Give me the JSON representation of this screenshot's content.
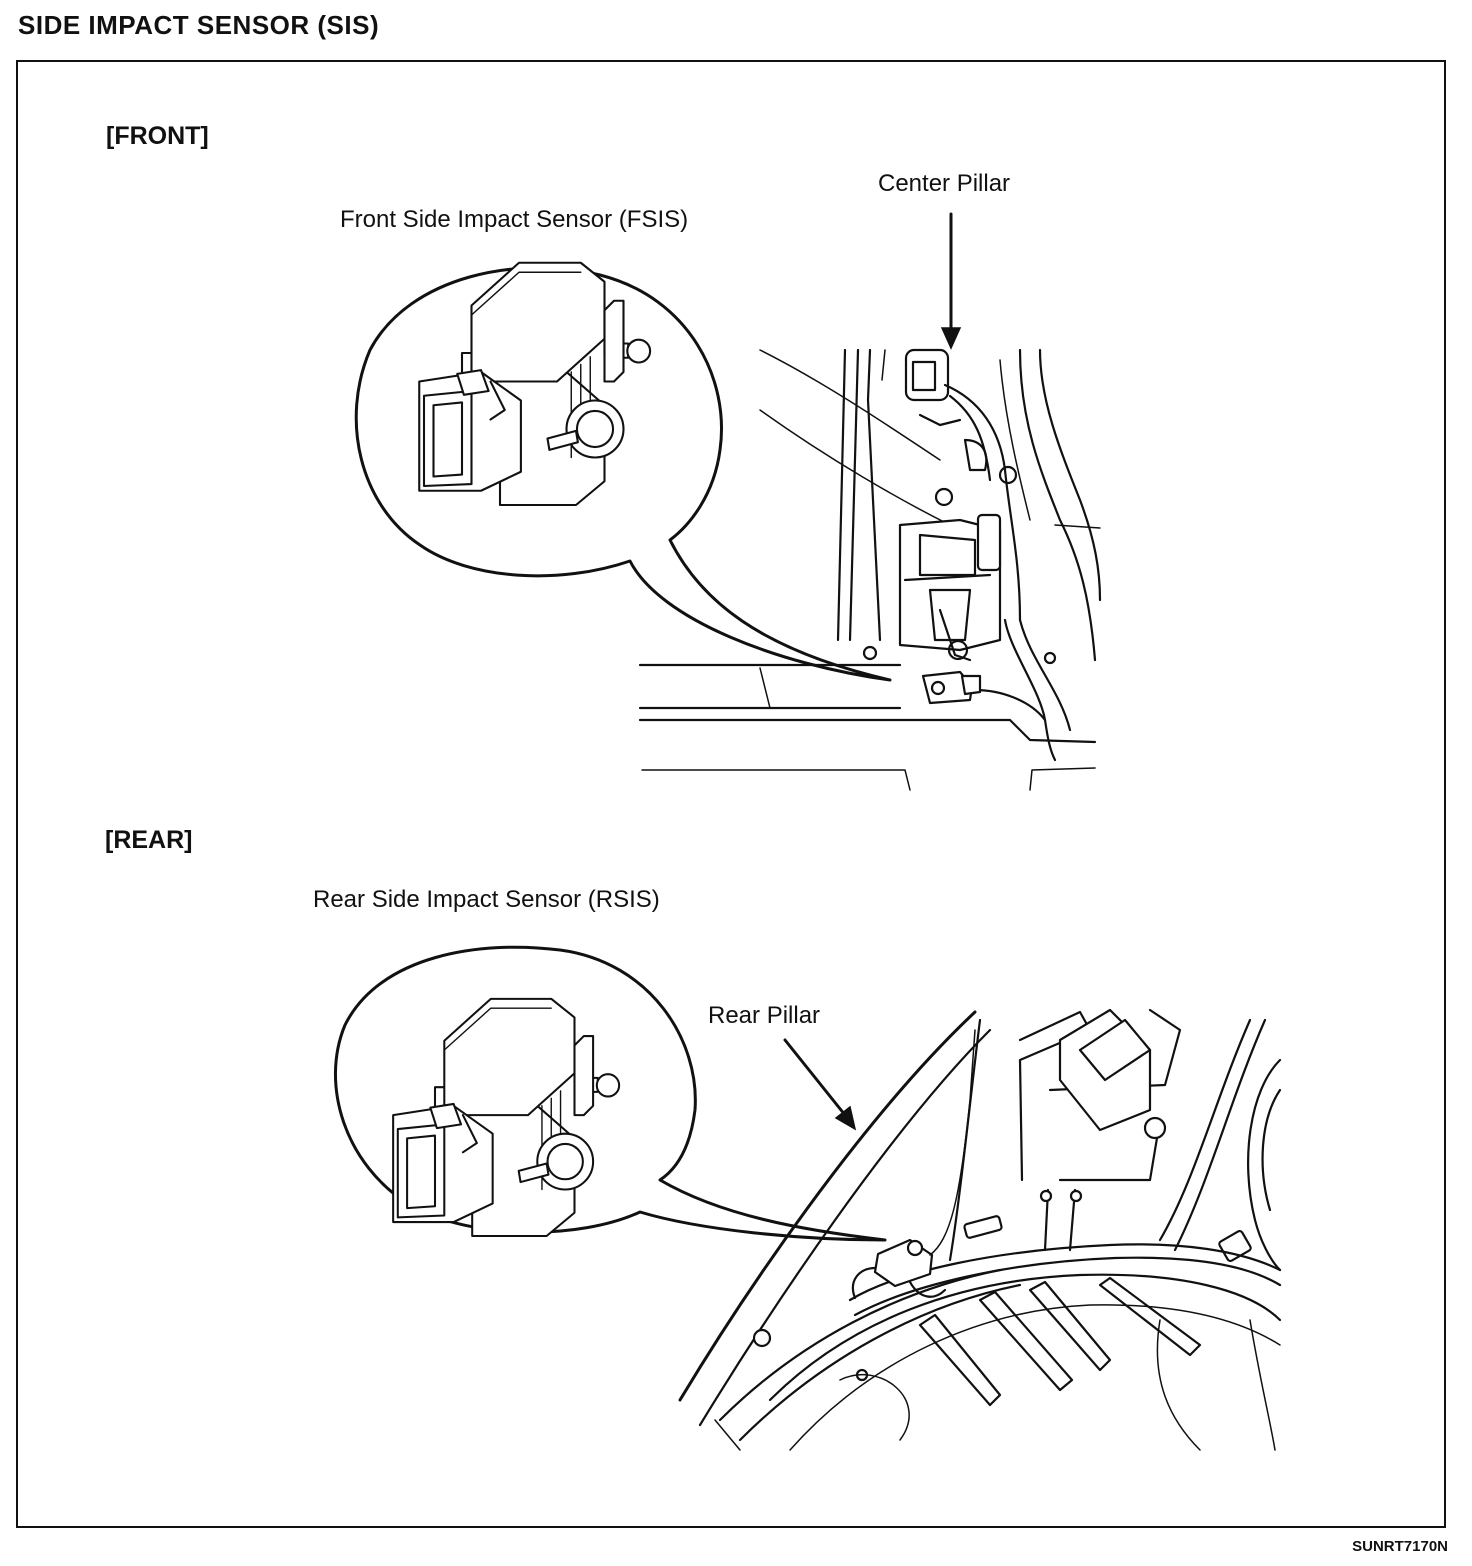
{
  "page": {
    "title": "SIDE IMPACT SENSOR (SIS)",
    "doc_code": "SUNRT7170N"
  },
  "front": {
    "section_label": "[FRONT]",
    "sensor_label": "Front Side Impact Sensor (FSIS)",
    "pillar_label": "Center Pillar"
  },
  "rear": {
    "section_label": "[REAR]",
    "sensor_label": "Rear Side Impact Sensor (RSIS)",
    "pillar_label": "Rear Pillar"
  }
}
